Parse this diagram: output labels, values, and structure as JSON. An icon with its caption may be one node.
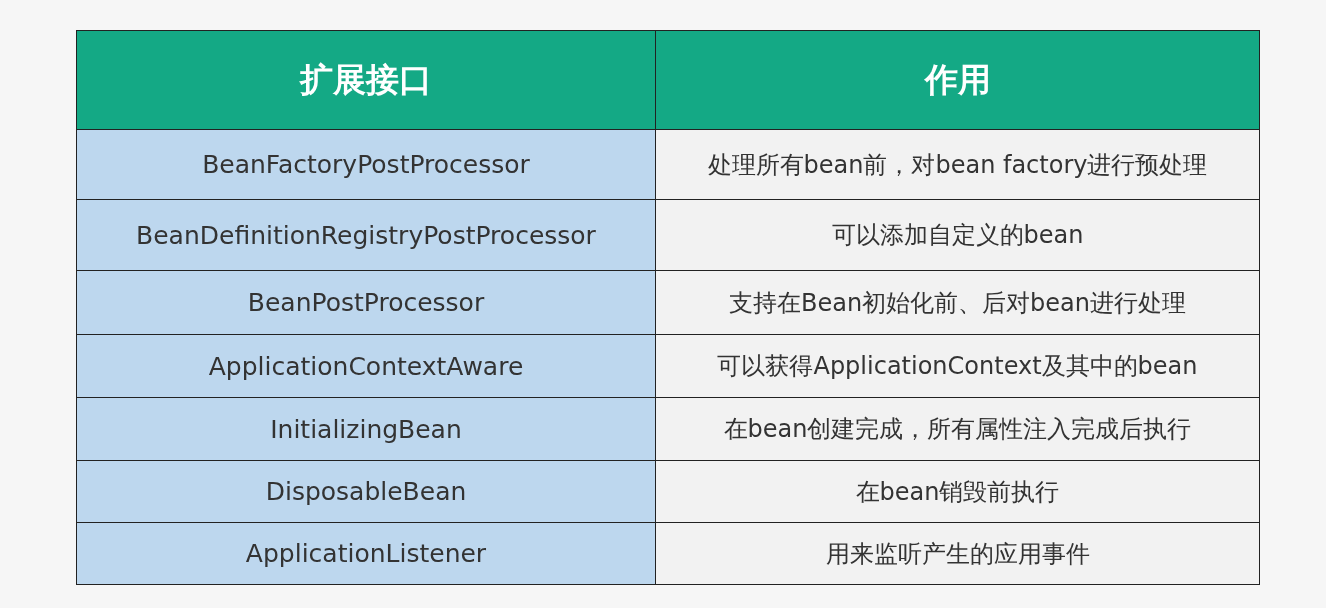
{
  "diagram": {
    "labels": [
      "扩展接口",
      "作用",
      "BeanFactoryPostProcessor",
      "处理所有bean前，对bean factory进行预处理",
      "BeanDefinitionRegistryPostProcessor",
      "可以添加自定义的bean",
      "BeanPostProcessor",
      "支持在Bean初始化前、后对bean进行处理",
      "ApplicationContextAware",
      "可以获得ApplicationContext及其中的bean",
      "InitializingBean",
      "在bean创建完成，所有属性注入完成后执行",
      "DisposableBean",
      "在bean销毁前执行",
      "ApplicationListener",
      "用来监听产生的应用事件"
    ]
  }
}
